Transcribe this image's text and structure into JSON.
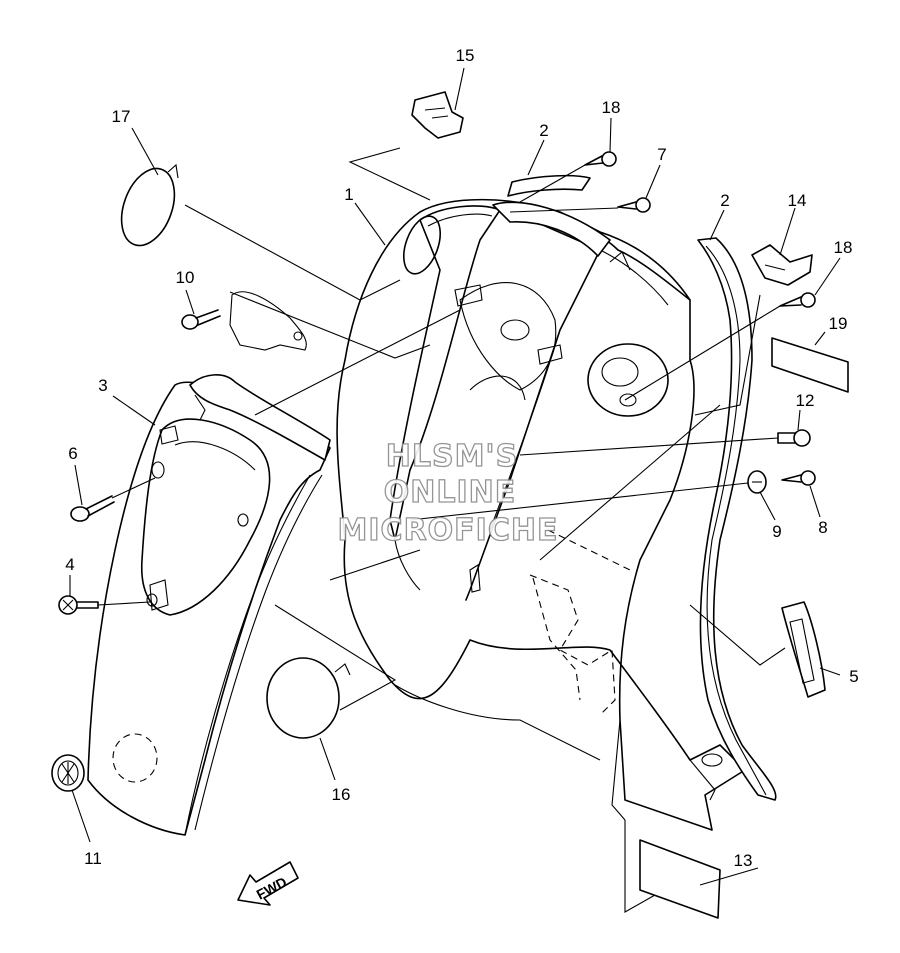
{
  "callouts": [
    {
      "id": "c1",
      "label": "1"
    },
    {
      "id": "c2a",
      "label": "2"
    },
    {
      "id": "c2b",
      "label": "2"
    },
    {
      "id": "c3",
      "label": "3"
    },
    {
      "id": "c4",
      "label": "4"
    },
    {
      "id": "c5",
      "label": "5"
    },
    {
      "id": "c6",
      "label": "6"
    },
    {
      "id": "c7",
      "label": "7"
    },
    {
      "id": "c8",
      "label": "8"
    },
    {
      "id": "c9",
      "label": "9"
    },
    {
      "id": "c10",
      "label": "10"
    },
    {
      "id": "c11",
      "label": "11"
    },
    {
      "id": "c12",
      "label": "12"
    },
    {
      "id": "c13",
      "label": "13"
    },
    {
      "id": "c14",
      "label": "14"
    },
    {
      "id": "c15",
      "label": "15"
    },
    {
      "id": "c16",
      "label": "16"
    },
    {
      "id": "c17",
      "label": "17"
    },
    {
      "id": "c18a",
      "label": "18"
    },
    {
      "id": "c18b",
      "label": "18"
    },
    {
      "id": "c19",
      "label": "19"
    }
  ],
  "watermark": {
    "line1": "HLSM'S",
    "line2": "ONLINE",
    "line3": "MICROFICHE"
  },
  "direction_arrow": {
    "label": "FWD"
  }
}
